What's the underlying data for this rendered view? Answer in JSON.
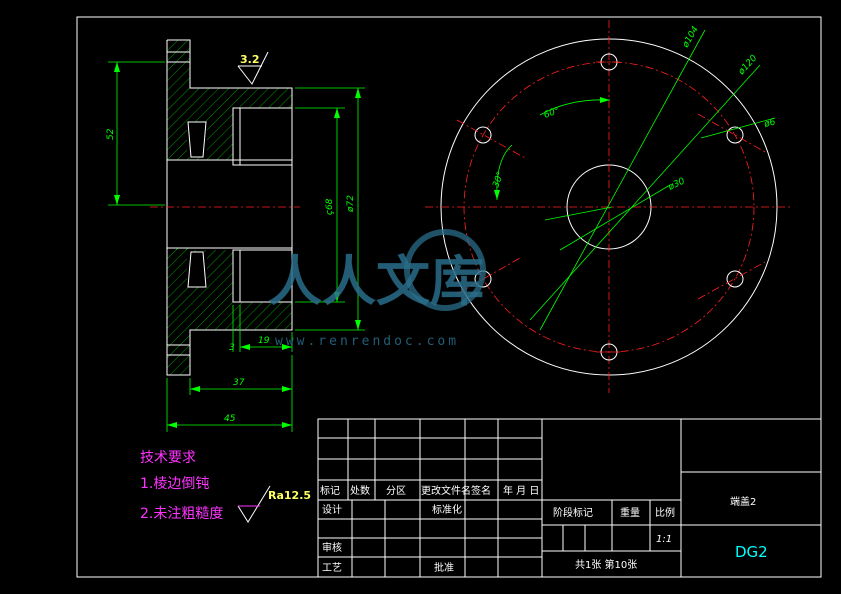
{
  "drawing": {
    "dimensions_side": {
      "d52": "52",
      "d68": "ç68",
      "d72": "ø72",
      "d19": "19",
      "d37": "37",
      "d45": "45",
      "roughness_top": "3.2"
    },
    "dimensions_front": {
      "d104": "ø104",
      "d120": "ø120",
      "d6": "ø6",
      "d30": "ø30",
      "a60": "60°",
      "a30": "30°"
    }
  },
  "tech_requirements": {
    "title": "技术要求",
    "item1": "1.棱边倒钝",
    "item2": "2.未注粗糙度",
    "roughness": "Ra12.5"
  },
  "title_block": {
    "h_mark": "标记",
    "h_count": "处数",
    "h_zone": "分区",
    "h_docno": "更改文件名",
    "h_sign": "签名",
    "h_date": "年 月 日",
    "design": "设计",
    "standard": "标准化",
    "stage": "阶段标记",
    "weight": "重量",
    "scale_label": "比例",
    "scale_value": "1:1",
    "review": "审核",
    "process": "工艺",
    "approve": "批准",
    "sheets": "共1张  第10张",
    "part_name": "端盖2",
    "part_code": "DG2"
  },
  "watermark": {
    "brand": "人人文库",
    "url": "www.renrendoc.com"
  }
}
